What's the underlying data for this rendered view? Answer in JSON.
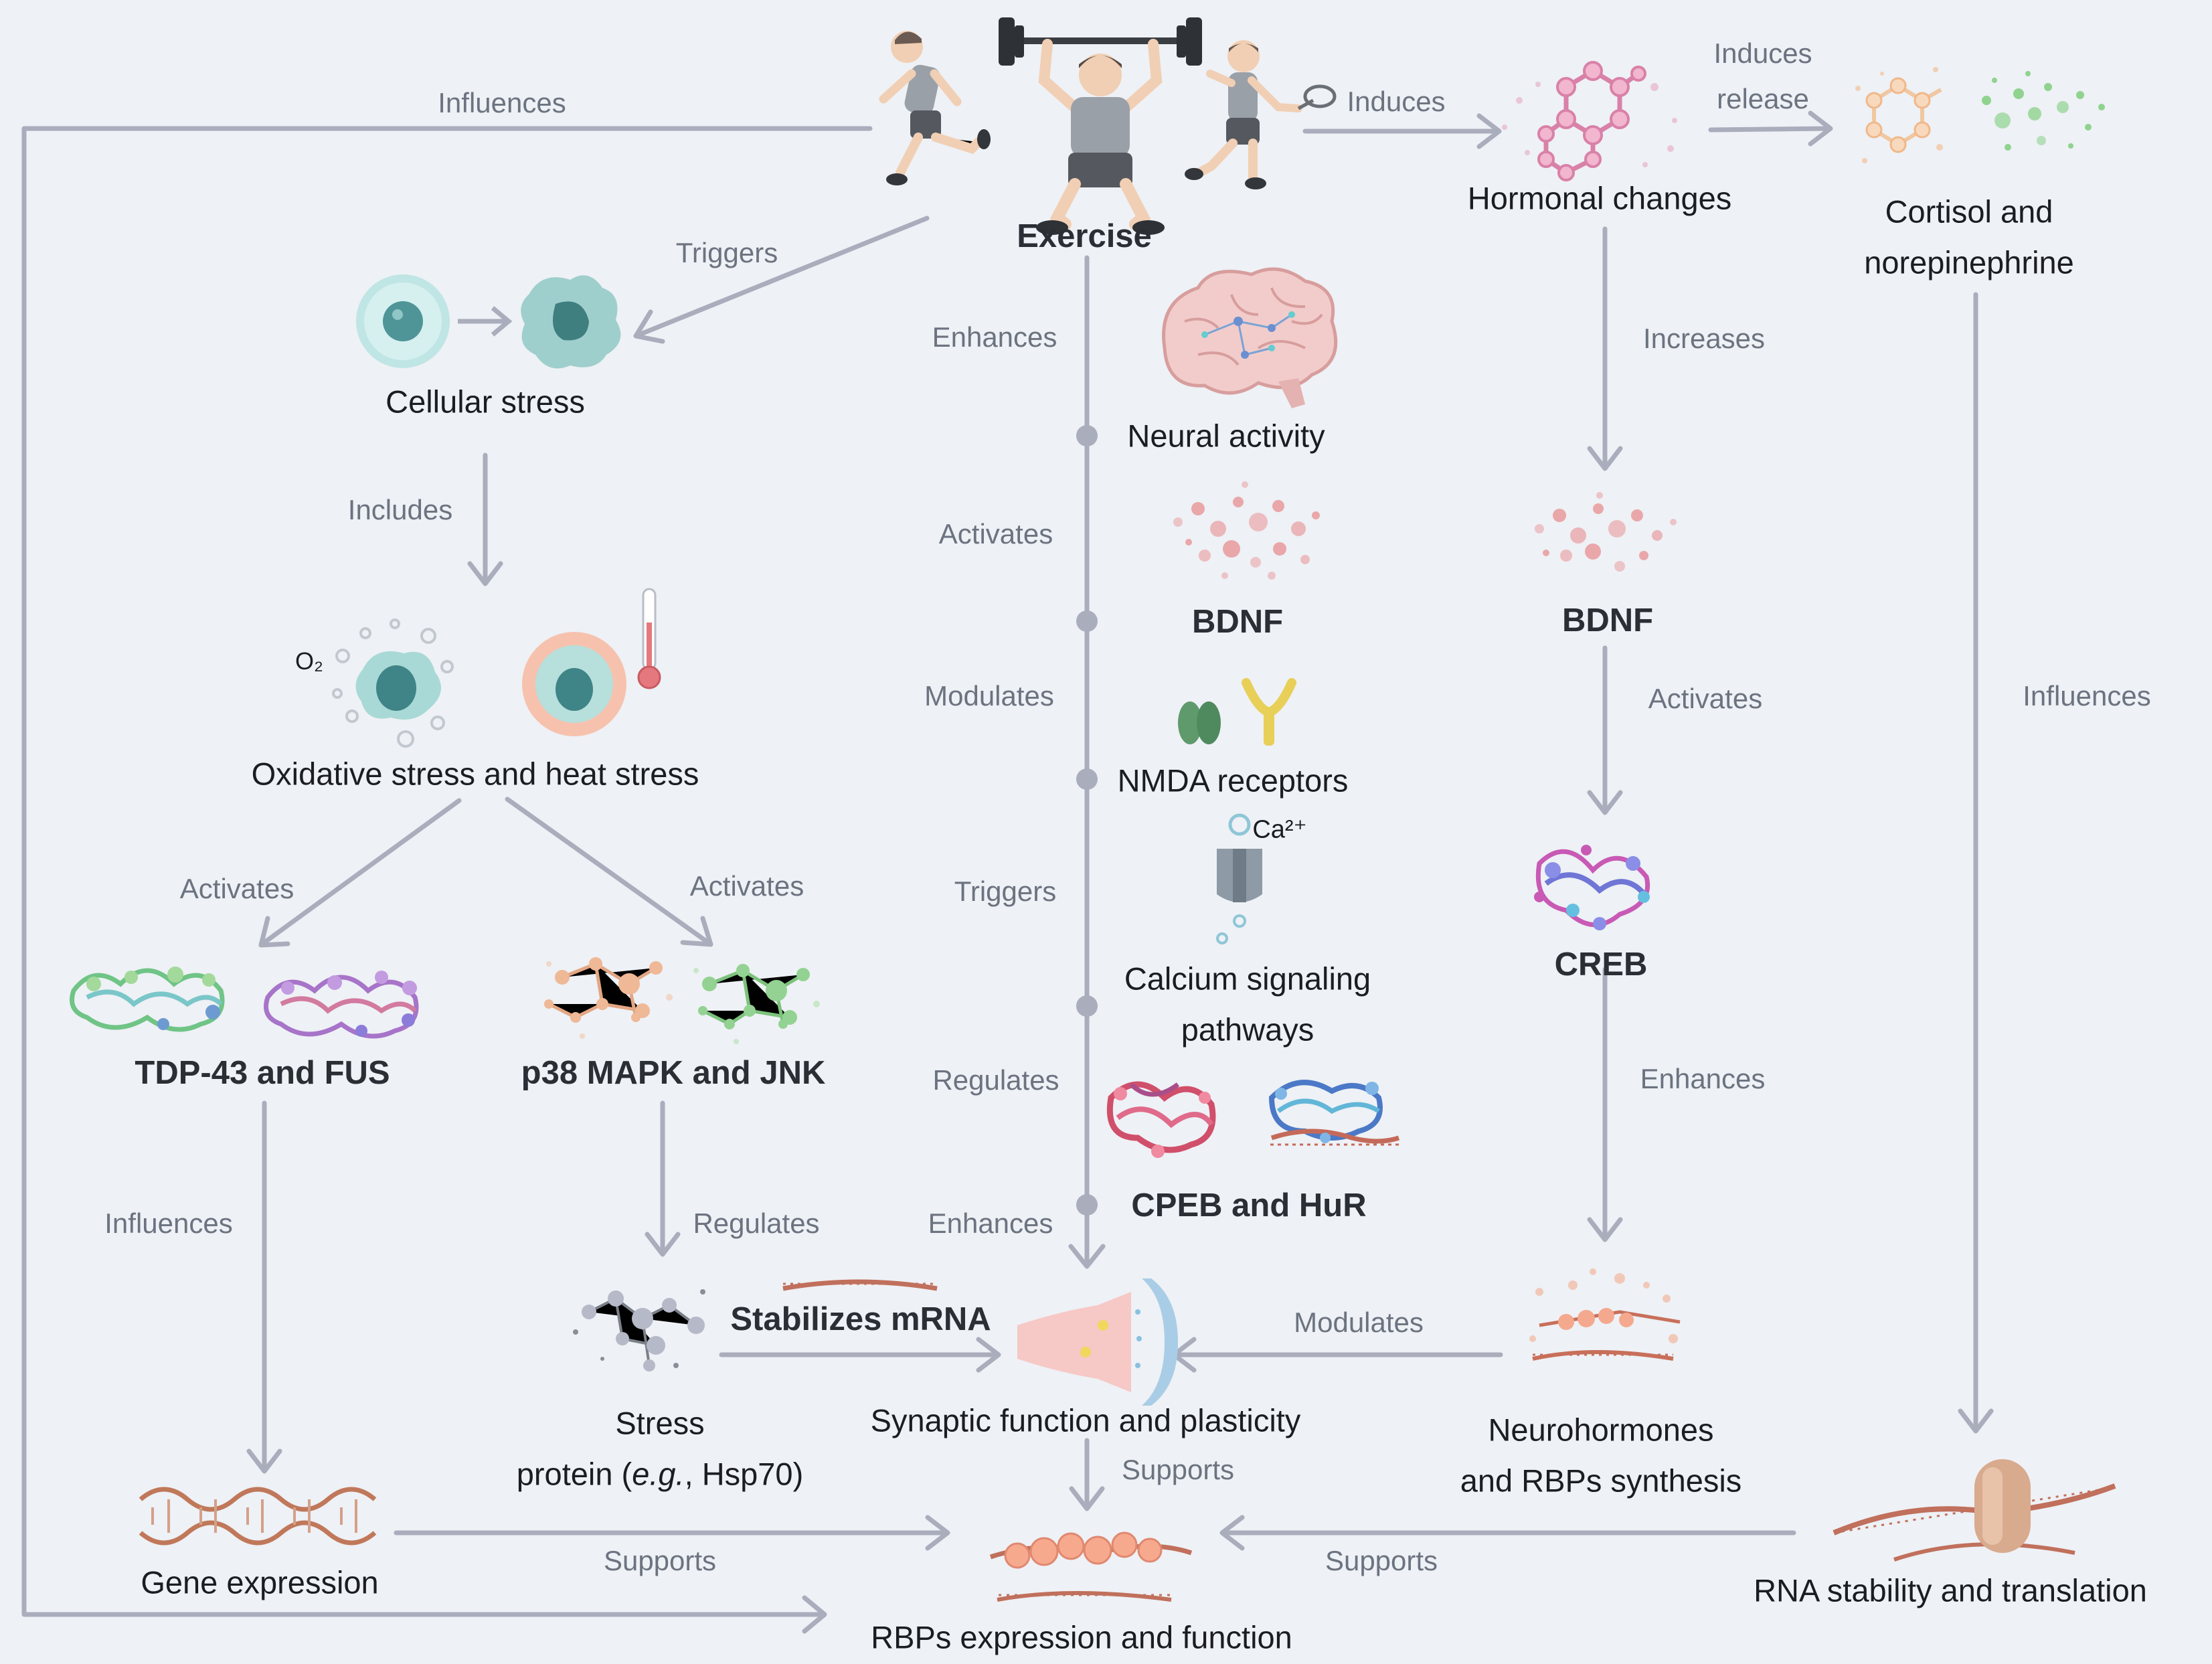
{
  "colors": {
    "background": "#eef1f5",
    "arrow": "#a9adbc",
    "text": "#1a1d22",
    "label": "#6c7380"
  },
  "nodes": {
    "exercise": "Exercise",
    "hormonal_changes": "Hormonal changes",
    "cortisol_line1": "Cortisol and",
    "cortisol_line2": "norepinephrine",
    "cellular_stress": "Cellular stress",
    "neural_activity": "Neural activity",
    "bdnf_center": "BDNF",
    "bdnf_right": "BDNF",
    "oxidative_heat_stress": "Oxidative stress and heat stress",
    "nmda_receptors": "NMDA receptors",
    "calcium_line1": "Calcium signaling",
    "calcium_line2": "pathways",
    "creb": "CREB",
    "tdp43_fus": "TDP-43 and FUS",
    "p38_jnk": "p38 MAPK and JNK",
    "cpeb_hur": "CPEB and HuR",
    "stress_protein_line1": "Stress",
    "stress_protein_line2_a": "protein (",
    "stress_protein_line2_eg": "e.g.",
    "stress_protein_line2_b": ", Hsp70)",
    "synaptic": "Synaptic function and plasticity",
    "neurohormones_line1": "Neurohormones",
    "neurohormones_line2": "and RBPs synthesis",
    "gene_expression": "Gene expression",
    "rna_stability": "RNA stability and translation",
    "rbps": "RBPs expression and function",
    "o2": "O₂",
    "ca2": "Ca²⁺"
  },
  "relations": {
    "influences_top": "Influences",
    "induces": "Induces",
    "induces_release_line1": "Induces",
    "induces_release_line2": "release",
    "triggers_cell": "Triggers",
    "enhances_neural": "Enhances",
    "increases": "Increases",
    "includes": "Includes",
    "activates_bdnf": "Activates",
    "modulates_nmda": "Modulates",
    "activates_creb": "Activates",
    "influences_right": "Influences",
    "activates_tdp": "Activates",
    "activates_p38": "Activates",
    "triggers_calcium": "Triggers",
    "regulates_cpeb": "Regulates",
    "enhances_neuro": "Enhances",
    "influences_gene": "Influences",
    "regulates_stress": "Regulates",
    "enhances_synaptic": "Enhances",
    "stabilizes_mrna": "Stabilizes mRNA",
    "modulates_synaptic": "Modulates",
    "supports_center": "Supports",
    "supports_left": "Supports",
    "supports_right": "Supports"
  }
}
